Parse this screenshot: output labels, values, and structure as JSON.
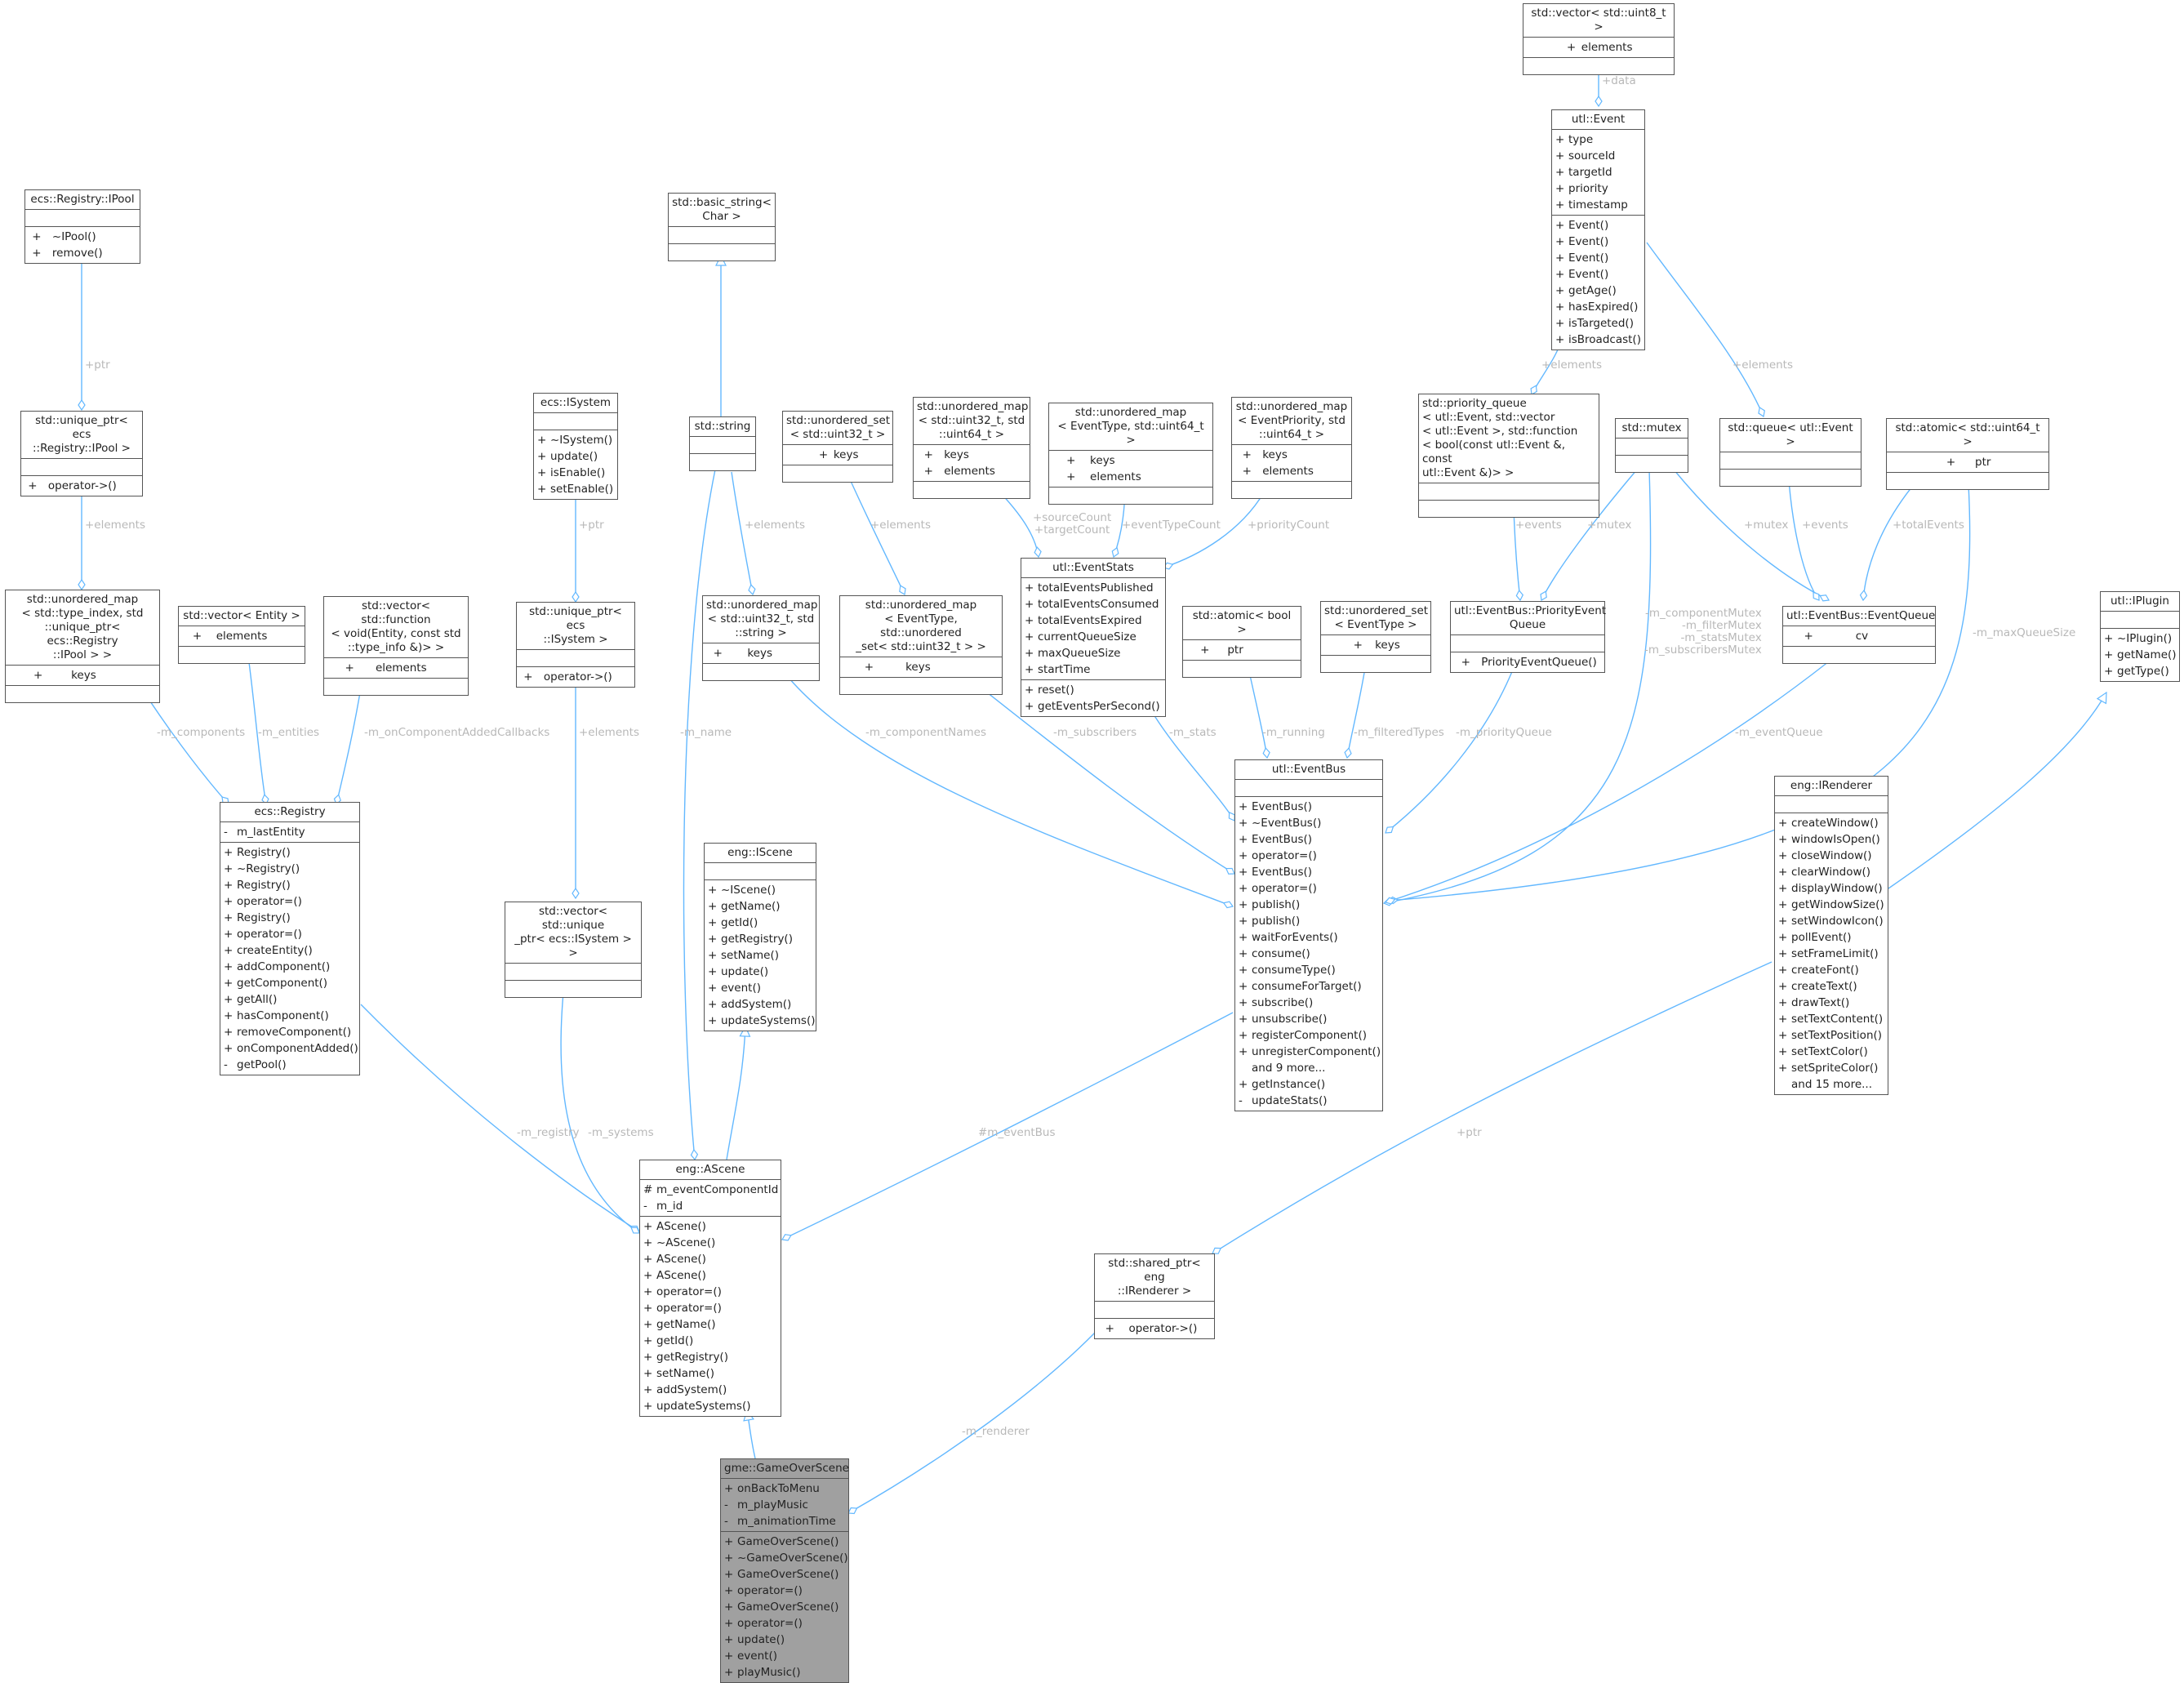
{
  "colors": {
    "edge": "#63b8ff",
    "node_border": "#555555",
    "label": "#b8b8b8",
    "highlight": "#a0a0a0"
  },
  "nodes": {
    "vector_uint8": {
      "title": "std::vector< std::uint8_t >",
      "attrs": [
        {
          "v": "+",
          "t": "elements"
        }
      ],
      "ops": []
    },
    "utl_event": {
      "title": "utl::Event",
      "attrs": [
        {
          "v": "+",
          "t": "type"
        },
        {
          "v": "+",
          "t": "sourceId"
        },
        {
          "v": "+",
          "t": "targetId"
        },
        {
          "v": "+",
          "t": "priority"
        },
        {
          "v": "+",
          "t": "timestamp"
        }
      ],
      "ops": [
        {
          "v": "+",
          "t": "Event()"
        },
        {
          "v": "+",
          "t": "Event()"
        },
        {
          "v": "+",
          "t": "Event()"
        },
        {
          "v": "+",
          "t": "Event()"
        },
        {
          "v": "+",
          "t": "getAge()"
        },
        {
          "v": "+",
          "t": "hasExpired()"
        },
        {
          "v": "+",
          "t": "isTargeted()"
        },
        {
          "v": "+",
          "t": "isBroadcast()"
        }
      ]
    },
    "ipool": {
      "title": "ecs::Registry::IPool",
      "attrs": [],
      "ops": [
        {
          "v": "+",
          "t": "~IPool()"
        },
        {
          "v": "+",
          "t": "remove()"
        }
      ]
    },
    "basic_string": {
      "title": "std::basic_string<\nChar >",
      "attrs": [],
      "ops": []
    },
    "unique_ipool": {
      "title": "std::unique_ptr< ecs\n::Registry::IPool >",
      "attrs": [],
      "ops": [
        {
          "v": "+",
          "t": "operator->()"
        }
      ]
    },
    "isystem": {
      "title": "ecs::ISystem",
      "attrs": [],
      "ops": [
        {
          "v": "+",
          "t": "~ISystem()"
        },
        {
          "v": "+",
          "t": "update()"
        },
        {
          "v": "+",
          "t": "isEnable()"
        },
        {
          "v": "+",
          "t": "setEnable()"
        }
      ]
    },
    "std_string": {
      "title": "std::string",
      "attrs": [],
      "ops": []
    },
    "uset_uint32": {
      "title": "std::unordered_set\n< std::uint32_t >",
      "attrs": [
        {
          "v": "+",
          "t": "keys"
        }
      ],
      "ops": []
    },
    "umap_u32_u64": {
      "title": "std::unordered_map\n< std::uint32_t, std\n::uint64_t >",
      "attrs": [
        {
          "v": "+",
          "t": "keys"
        },
        {
          "v": "+",
          "t": "elements"
        }
      ],
      "ops": []
    },
    "umap_et_u64": {
      "title": "std::unordered_map\n< EventType, std::uint64_t >",
      "attrs": [
        {
          "v": "+",
          "t": "keys"
        },
        {
          "v": "+",
          "t": "elements"
        }
      ],
      "ops": []
    },
    "umap_ep_u64": {
      "title": "std::unordered_map\n< EventPriority, std\n::uint64_t >",
      "attrs": [
        {
          "v": "+",
          "t": "keys"
        },
        {
          "v": "+",
          "t": "elements"
        }
      ],
      "ops": []
    },
    "prio_queue": {
      "title": "std::priority_queue\n< utl::Event, std::vector\n< utl::Event >, std::function\n< bool(const utl::Event &, const\nutl::Event &)> >",
      "attrs": [],
      "ops": []
    },
    "std_mutex": {
      "title": "std::mutex",
      "attrs": [],
      "ops": []
    },
    "queue_event": {
      "title": "std::queue< utl::Event >",
      "attrs": [],
      "ops": []
    },
    "atomic_u64": {
      "title": "std::atomic< std::uint64_t >",
      "attrs": [
        {
          "v": "+",
          "t": "ptr"
        }
      ],
      "ops": []
    },
    "iplugin": {
      "title": "utl::IPlugin",
      "attrs": [],
      "ops": [
        {
          "v": "+",
          "t": "~IPlugin()"
        },
        {
          "v": "+",
          "t": "getName()"
        },
        {
          "v": "+",
          "t": "getType()"
        }
      ]
    },
    "umap_type_index": {
      "title": "std::unordered_map\n< std::type_index, std\n::unique_ptr< ecs::Registry\n::IPool > >",
      "attrs": [
        {
          "v": "+",
          "t": "keys"
        }
      ],
      "ops": []
    },
    "vector_entity": {
      "title": "std::vector< Entity >",
      "attrs": [
        {
          "v": "+",
          "t": "elements"
        }
      ],
      "ops": []
    },
    "vector_function": {
      "title": "std::vector< std::function\n< void(Entity, const std\n::type_info &)> >",
      "attrs": [
        {
          "v": "+",
          "t": "elements"
        }
      ],
      "ops": []
    },
    "unique_isystem": {
      "title": "std::unique_ptr< ecs\n::ISystem >",
      "attrs": [],
      "ops": [
        {
          "v": "+",
          "t": "operator->()"
        }
      ]
    },
    "umap_string": {
      "title": "std::unordered_map\n< std::uint32_t, std\n::string >",
      "attrs": [
        {
          "v": "+",
          "t": "keys"
        }
      ],
      "ops": []
    },
    "umap_subscribers": {
      "title": "std::unordered_map\n< EventType, std::unordered\n_set< std::uint32_t > >",
      "attrs": [
        {
          "v": "+",
          "t": "keys"
        }
      ],
      "ops": []
    },
    "event_stats": {
      "title": "utl::EventStats",
      "attrs": [
        {
          "v": "+",
          "t": "totalEventsPublished"
        },
        {
          "v": "+",
          "t": "totalEventsConsumed"
        },
        {
          "v": "+",
          "t": "totalEventsExpired"
        },
        {
          "v": "+",
          "t": "currentQueueSize"
        },
        {
          "v": "+",
          "t": "maxQueueSize"
        },
        {
          "v": "+",
          "t": "startTime"
        }
      ],
      "ops": [
        {
          "v": "+",
          "t": "reset()"
        },
        {
          "v": "+",
          "t": "getEventsPerSecond()"
        }
      ]
    },
    "atomic_bool": {
      "title": "std::atomic< bool >",
      "attrs": [
        {
          "v": "+",
          "t": "ptr"
        }
      ],
      "ops": []
    },
    "uset_eventtype": {
      "title": "std::unordered_set\n< EventType >",
      "attrs": [
        {
          "v": "+",
          "t": "keys"
        }
      ],
      "ops": []
    },
    "prio_event_queue": {
      "title": "utl::EventBus::PriorityEvent\nQueue",
      "attrs": [],
      "ops": [
        {
          "v": "+",
          "t": "PriorityEventQueue()"
        }
      ]
    },
    "event_queue": {
      "title": "utl::EventBus::EventQueue",
      "attrs": [
        {
          "v": "+",
          "t": "cv"
        }
      ],
      "ops": []
    },
    "registry": {
      "title": "ecs::Registry",
      "attrs": [
        {
          "v": "-",
          "t": "m_lastEntity"
        }
      ],
      "ops": [
        {
          "v": "+",
          "t": "Registry()"
        },
        {
          "v": "+",
          "t": "~Registry()"
        },
        {
          "v": "+",
          "t": "Registry()"
        },
        {
          "v": "+",
          "t": "operator=()"
        },
        {
          "v": "+",
          "t": "Registry()"
        },
        {
          "v": "+",
          "t": "operator=()"
        },
        {
          "v": "+",
          "t": "createEntity()"
        },
        {
          "v": "+",
          "t": "addComponent()"
        },
        {
          "v": "+",
          "t": "getComponent()"
        },
        {
          "v": "+",
          "t": "getAll()"
        },
        {
          "v": "+",
          "t": "hasComponent()"
        },
        {
          "v": "+",
          "t": "removeComponent()"
        },
        {
          "v": "+",
          "t": "onComponentAdded()"
        },
        {
          "v": "-",
          "t": "getPool()"
        }
      ]
    },
    "iscene": {
      "title": "eng::IScene",
      "attrs": [],
      "ops": [
        {
          "v": "+",
          "t": "~IScene()"
        },
        {
          "v": "+",
          "t": "getName()"
        },
        {
          "v": "+",
          "t": "getId()"
        },
        {
          "v": "+",
          "t": "getRegistry()"
        },
        {
          "v": "+",
          "t": "setName()"
        },
        {
          "v": "+",
          "t": "update()"
        },
        {
          "v": "+",
          "t": "event()"
        },
        {
          "v": "+",
          "t": "addSystem()"
        },
        {
          "v": "+",
          "t": "updateSystems()"
        }
      ]
    },
    "vector_unique_isystem": {
      "title": "std::vector< std::unique\n_ptr< ecs::ISystem > >",
      "attrs": [],
      "ops": []
    },
    "event_bus": {
      "title": "utl::EventBus",
      "attrs": [],
      "ops": [
        {
          "v": "+",
          "t": "EventBus()"
        },
        {
          "v": "+",
          "t": "~EventBus()"
        },
        {
          "v": "+",
          "t": "EventBus()"
        },
        {
          "v": "+",
          "t": "operator=()"
        },
        {
          "v": "+",
          "t": "EventBus()"
        },
        {
          "v": "+",
          "t": "operator=()"
        },
        {
          "v": "+",
          "t": "publish()"
        },
        {
          "v": "+",
          "t": "publish()"
        },
        {
          "v": "+",
          "t": "waitForEvents()"
        },
        {
          "v": "+",
          "t": "consume()"
        },
        {
          "v": "+",
          "t": "consumeType()"
        },
        {
          "v": "+",
          "t": "consumeForTarget()"
        },
        {
          "v": "+",
          "t": "subscribe()"
        },
        {
          "v": "+",
          "t": "unsubscribe()"
        },
        {
          "v": "+",
          "t": "registerComponent()"
        },
        {
          "v": "+",
          "t": "unregisterComponent()"
        },
        {
          "v": "",
          "t": "and 9 more..."
        },
        {
          "v": "+",
          "t": "getInstance()"
        },
        {
          "v": "-",
          "t": "updateStats()"
        }
      ]
    },
    "irenderer": {
      "title": "eng::IRenderer",
      "attrs": [],
      "ops": [
        {
          "v": "+",
          "t": "createWindow()"
        },
        {
          "v": "+",
          "t": "windowIsOpen()"
        },
        {
          "v": "+",
          "t": "closeWindow()"
        },
        {
          "v": "+",
          "t": "clearWindow()"
        },
        {
          "v": "+",
          "t": "displayWindow()"
        },
        {
          "v": "+",
          "t": "getWindowSize()"
        },
        {
          "v": "+",
          "t": "setWindowIcon()"
        },
        {
          "v": "+",
          "t": "pollEvent()"
        },
        {
          "v": "+",
          "t": "setFrameLimit()"
        },
        {
          "v": "+",
          "t": "createFont()"
        },
        {
          "v": "+",
          "t": "createText()"
        },
        {
          "v": "+",
          "t": "drawText()"
        },
        {
          "v": "+",
          "t": "setTextContent()"
        },
        {
          "v": "+",
          "t": "setTextPosition()"
        },
        {
          "v": "+",
          "t": "setTextColor()"
        },
        {
          "v": "+",
          "t": "setSpriteColor()"
        },
        {
          "v": "",
          "t": "and 15 more..."
        }
      ]
    },
    "ascene": {
      "title": "eng::AScene",
      "attrs": [
        {
          "v": "#",
          "t": "m_eventComponentId"
        },
        {
          "v": "-",
          "t": "m_id"
        }
      ],
      "ops": [
        {
          "v": "+",
          "t": "AScene()"
        },
        {
          "v": "+",
          "t": "~AScene()"
        },
        {
          "v": "+",
          "t": "AScene()"
        },
        {
          "v": "+",
          "t": "AScene()"
        },
        {
          "v": "+",
          "t": "operator=()"
        },
        {
          "v": "+",
          "t": "operator=()"
        },
        {
          "v": "+",
          "t": "getName()"
        },
        {
          "v": "+",
          "t": "getId()"
        },
        {
          "v": "+",
          "t": "getRegistry()"
        },
        {
          "v": "+",
          "t": "setName()"
        },
        {
          "v": "+",
          "t": "addSystem()"
        },
        {
          "v": "+",
          "t": "updateSystems()"
        }
      ]
    },
    "shared_irenderer": {
      "title": "std::shared_ptr< eng\n::IRenderer >",
      "attrs": [],
      "ops": [
        {
          "v": "+",
          "t": "operator->()"
        }
      ]
    },
    "game_over": {
      "title": "gme::GameOverScene",
      "attrs": [
        {
          "v": "+",
          "t": "onBackToMenu"
        },
        {
          "v": "-",
          "t": "m_playMusic"
        },
        {
          "v": "-",
          "t": "m_animationTime"
        }
      ],
      "ops": [
        {
          "v": "+",
          "t": "GameOverScene()"
        },
        {
          "v": "+",
          "t": "~GameOverScene()"
        },
        {
          "v": "+",
          "t": "GameOverScene()"
        },
        {
          "v": "+",
          "t": "operator=()"
        },
        {
          "v": "+",
          "t": "GameOverScene()"
        },
        {
          "v": "+",
          "t": "operator=()"
        },
        {
          "v": "+",
          "t": "update()"
        },
        {
          "v": "+",
          "t": "event()"
        },
        {
          "v": "+",
          "t": "playMusic()"
        }
      ]
    }
  },
  "edge_labels": {
    "data": "+data",
    "event_elements": "+elements",
    "queue_elements": "+elements",
    "ipool_ptr": "+ptr",
    "map_elements": "+elements",
    "isystem_ptr": "+ptr",
    "string_elements": "+elements",
    "subs_elements": "+elements",
    "source_target": "+sourceCount\n+targetCount",
    "event_type_count": "+eventTypeCount",
    "priority_count": "+priorityCount",
    "pq_events": "+events",
    "pq_mutex": "+mutex",
    "eq_mutex": "+mutex",
    "eq_events": "+events",
    "total_events": "+totalEvents",
    "mutexes": "-m_componentMutex\n-m_filterMutex\n-m_statsMutex\n-m_subscribersMutex",
    "max_queue": "-m_maxQueueSize",
    "components": "-m_components",
    "entities": "-m_entities",
    "callbacks": "-m_onComponentAddedCallbacks",
    "sys_elements": "+elements",
    "name": "-m_name",
    "component_names": "-m_componentNames",
    "subscribers": "-m_subscribers",
    "stats": "-m_stats",
    "running": "-m_running",
    "filtered_types": "-m_filteredTypes",
    "priority_queue": "-m_priorityQueue",
    "event_queue": "-m_eventQueue",
    "registry": "-m_registry",
    "systems": "-m_systems",
    "event_bus": "#m_eventBus",
    "renderer_ptr": "+ptr",
    "renderer": "-m_renderer"
  }
}
